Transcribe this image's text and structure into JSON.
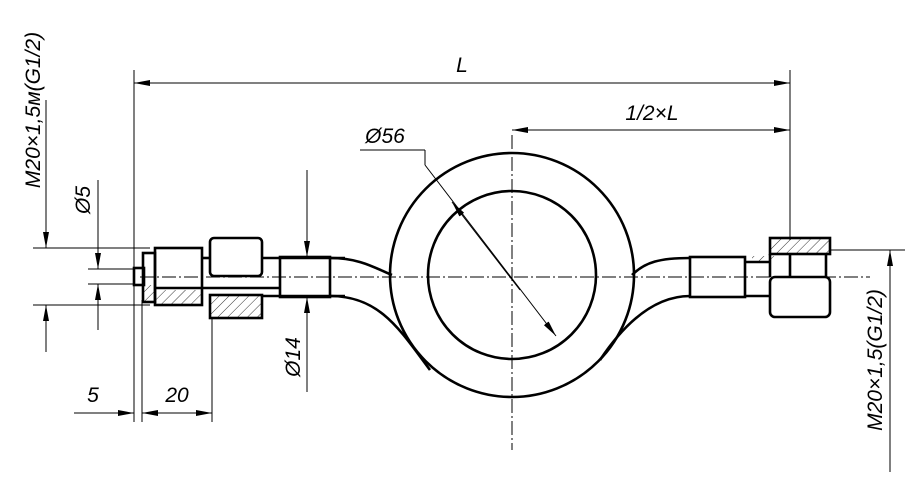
{
  "drawing": {
    "title": "Siphon tube (loop pipe) drawing",
    "dimensions": {
      "overall_length": "L",
      "half_length": "1/2×L",
      "ring_diameter": "Ø56",
      "bore_diameter": "Ø5",
      "pipe_diameter": "Ø14",
      "left_thread": "M20×1,5м(G1/2)",
      "right_thread": "M20×1,5(G1/2)",
      "dim_5": "5",
      "dim_20": "20"
    }
  }
}
